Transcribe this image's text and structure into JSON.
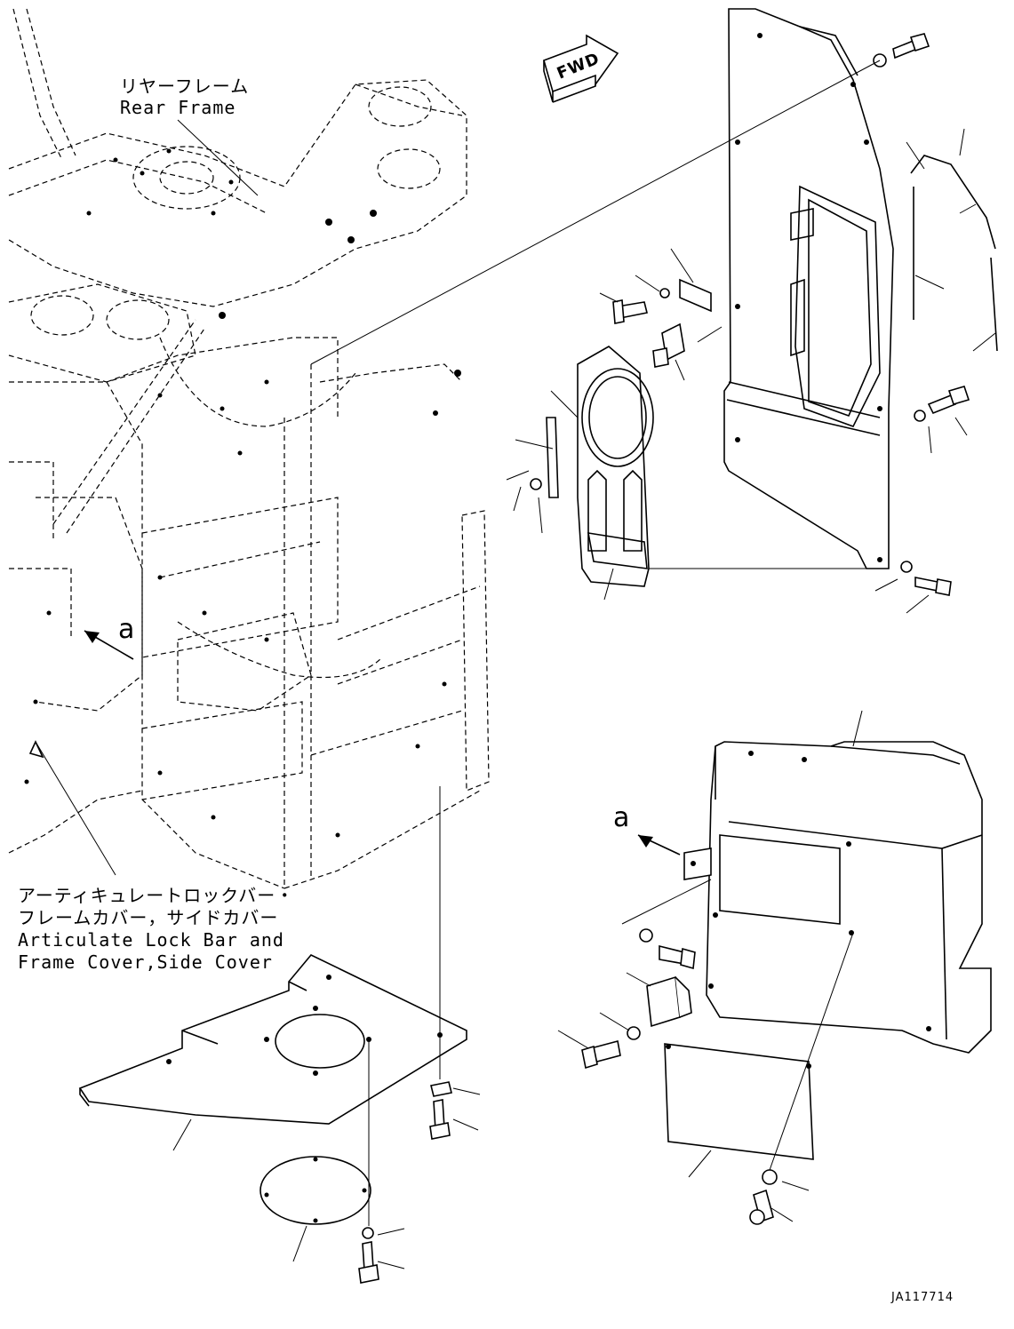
{
  "labels": {
    "rear_frame_jp": "リヤーフレーム",
    "rear_frame_en": "Rear Frame",
    "cover_jp_line1": "アーティキュレートロックバー・",
    "cover_jp_line2": "フレームカバー，サイドカバー",
    "cover_en_line1": "Articulate Lock Bar and",
    "cover_en_line2": "Frame Cover,Side Cover",
    "fwd_arrow": "FWD",
    "view_ref_left": "a",
    "view_ref_right": "a",
    "drawing_number": "JA117714"
  }
}
